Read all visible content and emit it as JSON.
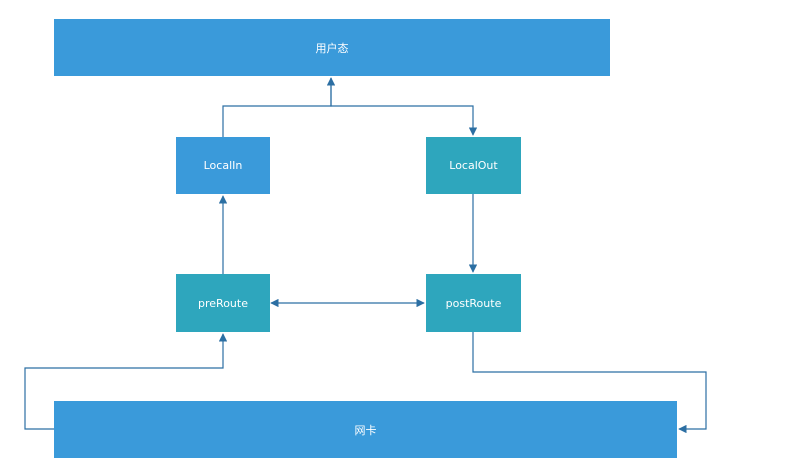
{
  "diagram": {
    "nodes": [
      {
        "id": "user",
        "label": "用户态",
        "color": "#3a9ada"
      },
      {
        "id": "localin",
        "label": "LocalIn",
        "color": "#3a9ada"
      },
      {
        "id": "localout",
        "label": "LocalOut",
        "color": "#2ea6bd"
      },
      {
        "id": "preroute",
        "label": "preRoute",
        "color": "#2ea6bd"
      },
      {
        "id": "postroute",
        "label": "postRoute",
        "color": "#2ea6bd"
      },
      {
        "id": "nic",
        "label": "网卡",
        "color": "#3a9ada"
      }
    ],
    "edges": [
      {
        "from": "nic",
        "to": "preroute"
      },
      {
        "from": "preroute",
        "to": "localin"
      },
      {
        "from": "localin",
        "to": "user"
      },
      {
        "from": "user",
        "to": "localout"
      },
      {
        "from": "localout",
        "to": "postroute"
      },
      {
        "from": "preroute",
        "to": "postroute",
        "bidirectional": true
      },
      {
        "from": "postroute",
        "to": "nic"
      }
    ],
    "edge_color": "#2c6fa3"
  }
}
